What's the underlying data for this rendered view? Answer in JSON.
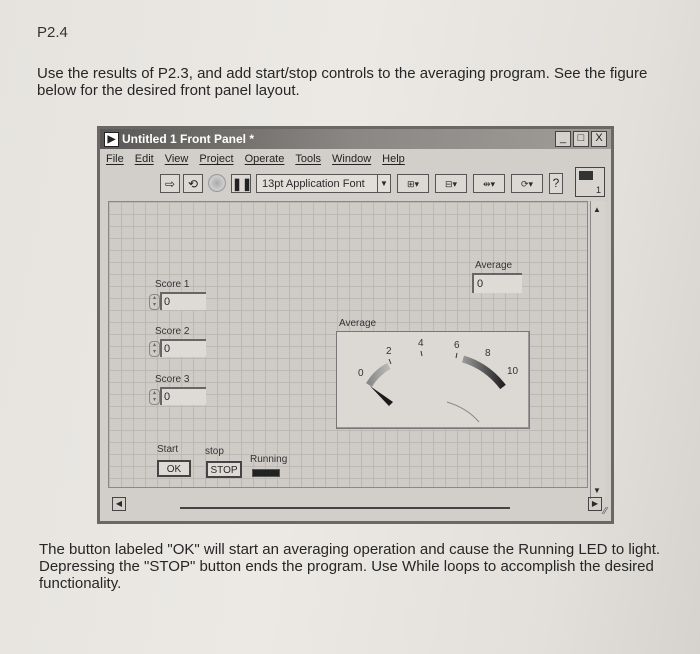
{
  "document": {
    "problem_number": "P2.4",
    "intro_text": "Use the results of P2.3, and add start/stop controls to the averaging program.  See the figure below for the desired front panel layout.",
    "outro_text": "The button labeled \"OK\" will start an averaging operation and cause the Running LED to light.  Depressing the \"STOP\" button ends the program.  Use While loops to accomplish the desired functionality."
  },
  "window": {
    "title": "Untitled 1 Front Panel *",
    "controls": {
      "minimize": "_",
      "maximize": "□",
      "close": "X"
    },
    "menu": [
      "File",
      "Edit",
      "View",
      "Project",
      "Operate",
      "Tools",
      "Window",
      "Help"
    ],
    "toolbar": {
      "run_icon": "run-arrow-icon",
      "run_continuous_icon": "run-continuously-icon",
      "abort_icon": "abort-icon",
      "pause_icon": "pause-icon",
      "font": "13pt Application Font",
      "align_icon": "align-objects-icon",
      "distribute_icon": "distribute-objects-icon",
      "resize_icon": "resize-objects-icon",
      "reorder_icon": "reorder-icon",
      "help_icon": "context-help-icon"
    },
    "vi_icon_number": "1"
  },
  "panel": {
    "scores": [
      {
        "label": "Score 1",
        "value": "0"
      },
      {
        "label": "Score 2",
        "value": "0"
      },
      {
        "label": "Score 3",
        "value": "0"
      }
    ],
    "average_indicator": {
      "label": "Average",
      "value": "0"
    },
    "gauge": {
      "label": "Average",
      "ticks": [
        "0",
        "2",
        "4",
        "6",
        "8",
        "10"
      ],
      "min": 0,
      "max": 10,
      "value": 0
    },
    "start": {
      "label": "Start",
      "button": "OK"
    },
    "stop": {
      "label": "stop",
      "button": "STOP"
    },
    "running": {
      "label": "Running"
    }
  }
}
